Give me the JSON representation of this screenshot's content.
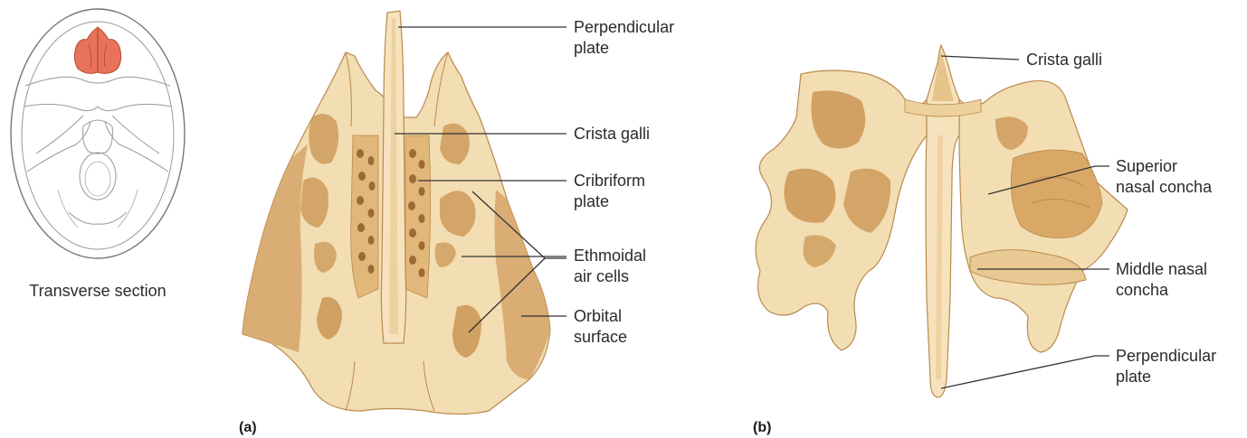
{
  "inset": {
    "caption": "Transverse section"
  },
  "panel_a": {
    "tag": "(a)",
    "labels": {
      "perpendicular_plate": [
        "Perpendicular",
        "plate"
      ],
      "crista_galli": "Crista galli",
      "cribriform_plate": [
        "Cribriform",
        "plate"
      ],
      "ethmoidal_air_cells": [
        "Ethmoidal",
        "air cells"
      ],
      "orbital_surface": [
        "Orbital",
        "surface"
      ]
    }
  },
  "panel_b": {
    "tag": "(b)",
    "labels": {
      "crista_galli": "Crista galli",
      "superior_nasal_concha": [
        "Superior",
        "nasal concha"
      ],
      "middle_nasal_concha": [
        "Middle nasal",
        "concha"
      ],
      "perpendicular_plate": [
        "Perpendicular",
        "plate"
      ]
    }
  },
  "colors": {
    "bone_light": "#f6e3bd",
    "bone_mid": "#e7c48c",
    "bone_dark": "#c9965a",
    "cavity": "#d9a866",
    "highlight": "#e8735a",
    "outline": "#888888"
  }
}
